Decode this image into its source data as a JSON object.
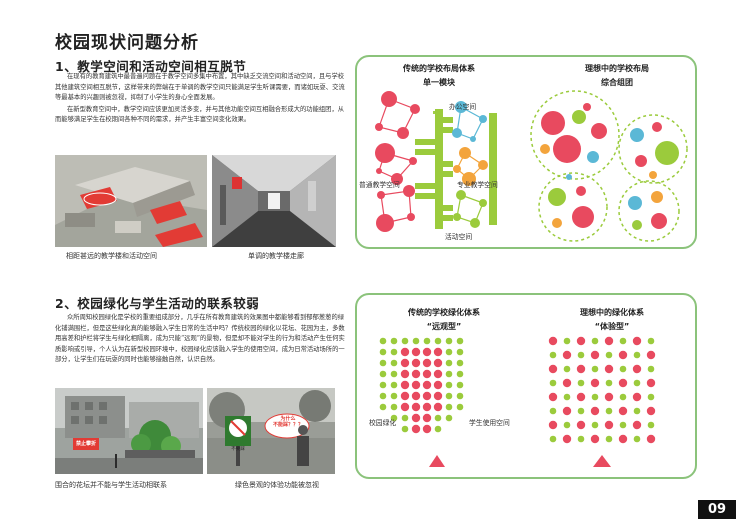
{
  "page": {
    "title": "校园现状问题分析",
    "page_number": "09"
  },
  "section1": {
    "heading": "1、教学空间和活动空间相互脱节",
    "para1": "在现有的教育建筑中最普遍问题在于教学空间多集中布置，其中缺乏交流空间和活动空间，且与学校其他建筑空间相互脱节，这样带来的弊端在于单调的教学空间只能满足学生听课需要，而诸如玩耍、交流等最基本的兴趣则被忽视，抑制了小学生的身心全面发展。",
    "para2": "在新型教育空间中，教学空间应该更加灵活多变，并与其他功能空间互相融合形成大的功能组团，从而能够满足学生在校期间各种不同的需求，并产生丰富空间变化效果。",
    "caption1": "相距甚远的教学楼和活动空间",
    "caption2": "单调的教学楼走廊"
  },
  "section2": {
    "heading": "2、校园绿化与学生活动的联系较弱",
    "para": "众所周知校园绿化是学校的重要组成部分，几乎在所有教育建筑的效果图中都能够看到郁郁葱葱的绿化铺满围栏，但是这些绿化真的能够融入学生日常的生活中吗？传统校园的绿化以花坛、花园为主，多数用高差和护栏将学生与绿化相隔离，成为只能“远观”的景物，但是却不能对学生的行为和活动产生任何实质影响或引导，个人认为在新型校园环境中，校园绿化应该融入学生的使用空间，成为日常活动场所的一部分，让学生们在玩耍的同时也能够接触自然，认识自然。",
    "caption1": "围合的花坛并不能与学生活动相联系",
    "caption2": "绿色景观的体验功能被忽视",
    "sign1": "禁止攀折",
    "sign2": "不要踩",
    "bubble": "为什么\n不能踩？？？"
  },
  "diagram1": {
    "left_title": "传统的学校布局体系",
    "left_subtitle": "单一模块",
    "right_title": "理想中的学校布局",
    "right_subtitle": "综合组团",
    "label_office": "办公空间",
    "label_regular": "普通教学空间",
    "label_special": "专业教学空间",
    "label_activity": "活动空间"
  },
  "diagram2": {
    "left_title": "传统的学校绿化体系",
    "left_subtitle": "“远观型”",
    "right_title": "理想中的绿化体系",
    "right_subtitle": "“体验型”",
    "label_green": "校园绿化",
    "label_space": "学生使用空间"
  },
  "colors": {
    "red": "#e84a5f",
    "green": "#9bcb3c",
    "blue": "#5bb8d6",
    "orange": "#f3a43c",
    "panel": "#8bc37b"
  }
}
